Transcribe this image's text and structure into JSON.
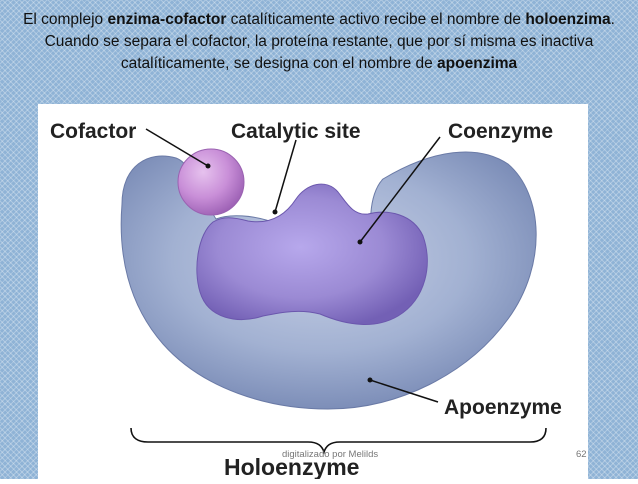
{
  "intro": {
    "p1": "El complejo ",
    "b1": "enzima-cofactor",
    "p2": " catalíticamente activo recibe el nombre de ",
    "b2": "holoenzima",
    "p3": ". Cuando se separa el cofactor, la proteína restante, que por sí misma es inactiva catalíticamente, se designa con el nombre de ",
    "b3": "apoenzima"
  },
  "diagram": {
    "labels": {
      "cofactor": "Cofactor",
      "catalytic_site": "Catalytic site",
      "coenzyme": "Coenzyme",
      "apoenzyme": "Apoenzyme",
      "holoenzyme": "Holoenzyme"
    }
  },
  "footer": {
    "credit": "digitalizado por Melilds",
    "page_number": "62"
  },
  "colors": {
    "background": "#8fb3d6",
    "apoenzyme": "#8fa3c8",
    "coenzyme": "#9b8ad4",
    "cofactor": "#c98fd8"
  }
}
